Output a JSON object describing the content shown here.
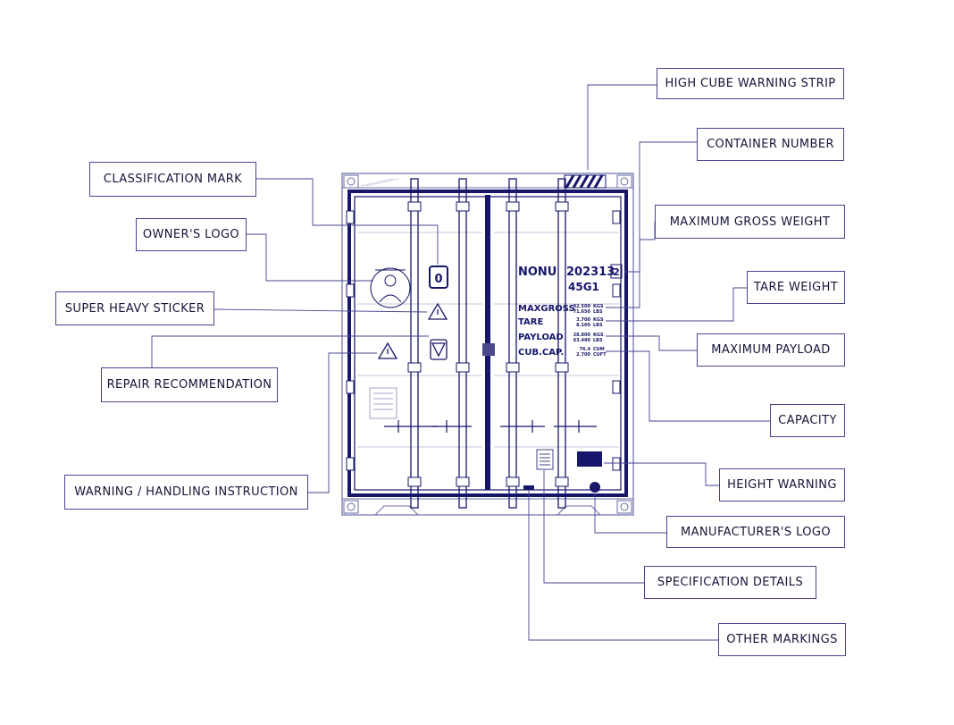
{
  "labels": {
    "high_cube_warning_strip": "HIGH CUBE WARNING STRIP",
    "container_number": "CONTAINER NUMBER",
    "classification_mark": "CLASSIFICATION MARK",
    "maximum_gross_weight": "MAXIMUM GROSS WEIGHT",
    "owners_logo": "OWNER'S LOGO",
    "tare_weight": "TARE WEIGHT",
    "super_heavy_sticker": "SUPER HEAVY STICKER",
    "maximum_payload": "MAXIMUM PAYLOAD",
    "repair_recommendation": "REPAIR RECOMMENDATION",
    "capacity": "CAPACITY",
    "height_warning": "HEIGHT WARNING",
    "warning_handling_instruction": "WARNING / HANDLING INSTRUCTION",
    "manufacturers_logo": "MANUFACTURER'S LOGO",
    "specification_details": "SPECIFICATION DETAILS",
    "other_markings": "OTHER MARKINGS"
  },
  "container": {
    "owner_code": "NONU",
    "serial": "202313",
    "check_digit": "2",
    "size_type": "45G1",
    "classification_glyph": "0",
    "weights": [
      {
        "name": "MAXGROSS",
        "kg": "32.500",
        "kg_unit": "KGS",
        "lb": "71.650",
        "lb_unit": "LBS"
      },
      {
        "name": "TARE",
        "kg": "3.700",
        "kg_unit": "KGS",
        "lb": "8.160",
        "lb_unit": "LBS"
      },
      {
        "name": "PAYLOAD",
        "kg": "28.800",
        "kg_unit": "KGS",
        "lb": "63.490",
        "lb_unit": "LBS"
      },
      {
        "name": "CUB.CAP.",
        "kg": "76.4",
        "kg_unit": "CUM",
        "lb": "2.700",
        "lb_unit": "CUFT"
      }
    ]
  },
  "colors": {
    "ink": "#16166a",
    "line": "#454590",
    "light": "#9a9ac4"
  }
}
